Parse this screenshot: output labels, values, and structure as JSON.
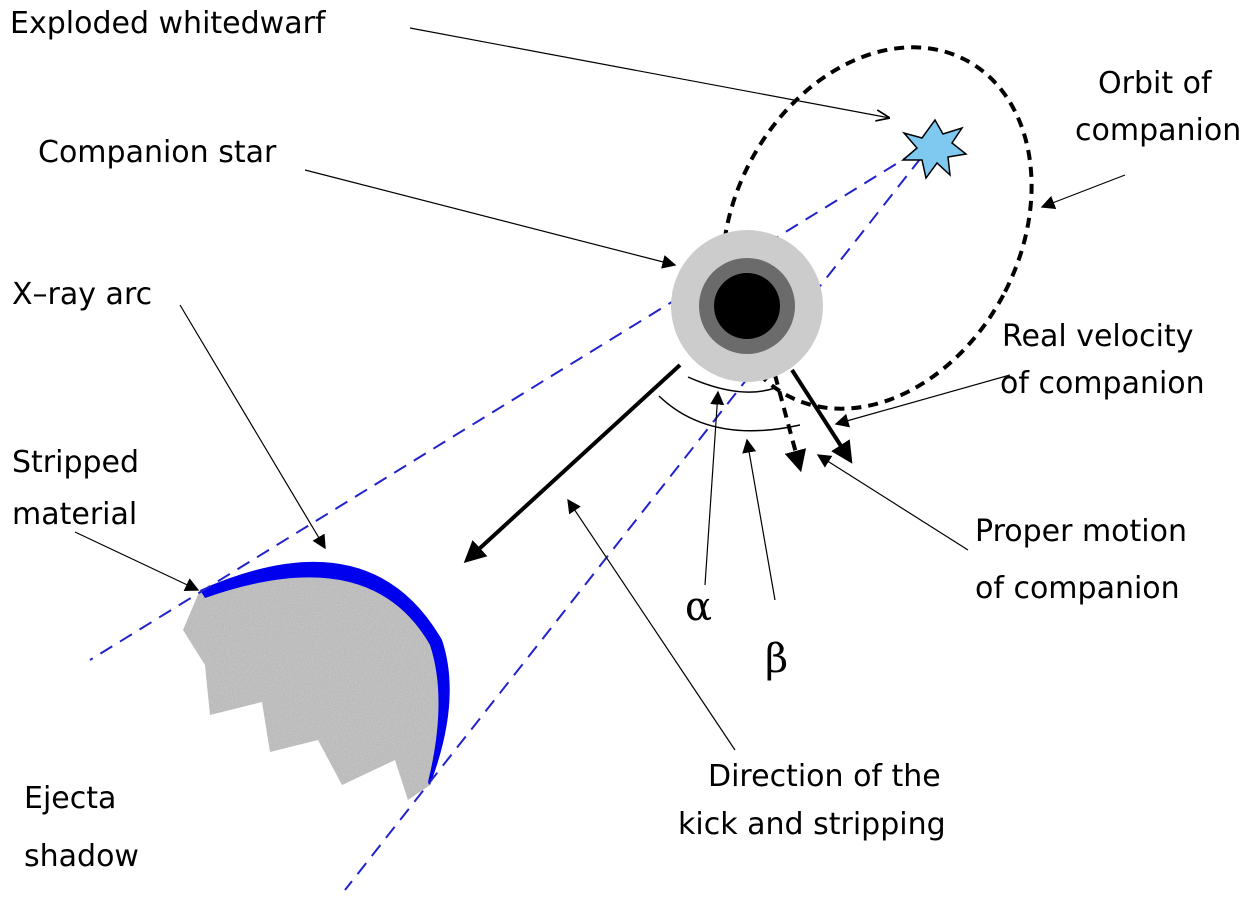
{
  "labels": {
    "exploded": "Exploded whitedwarf",
    "orbit_line1": "Orbit of",
    "orbit_line2": "companion",
    "companion": "Companion star",
    "xray": "X–ray arc",
    "stripped_line1": "Stripped",
    "stripped_line2": "material",
    "real_line1": "Real velocity",
    "real_line2": "of companion",
    "proper_line1": "Proper motion",
    "proper_line2": "of companion",
    "alpha": "α",
    "beta": "β",
    "direction_line1": "Direction of the",
    "direction_line2": "kick and stripping",
    "ejecta_line1": "Ejecta",
    "ejecta_line2": "shadow"
  },
  "colors": {
    "background": "#ffffff",
    "stripped_material": "#0000ee",
    "sight_lines": "#2222cc",
    "explosion_star": "#7fc8f0",
    "companion_outer": "#cccccc",
    "companion_middle": "#6b6b6b",
    "companion_core": "#000000",
    "ejecta_shadow": "#b8b8b8"
  },
  "icons": {
    "exploded_white_dwarf": "starburst-icon",
    "companion_star": "concentric-circles-icon"
  }
}
